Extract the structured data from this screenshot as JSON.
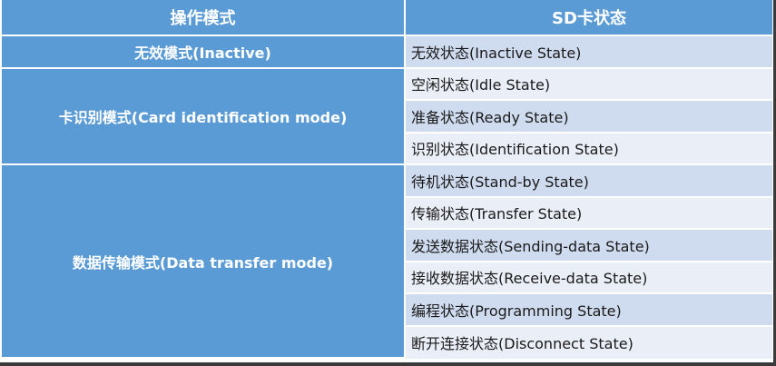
{
  "table": {
    "headers": {
      "mode": "操作模式",
      "state": "SD卡状态"
    },
    "groups": [
      {
        "mode": "无效模式(Inactive)",
        "states": [
          "无效状态(Inactive State)"
        ]
      },
      {
        "mode": "卡识别模式(Card identification mode)",
        "states": [
          "空闲状态(Idle State)",
          "准备状态(Ready State)",
          "识别状态(Identification State)"
        ]
      },
      {
        "mode": "数据传输模式(Data transfer mode)",
        "states": [
          "待机状态(Stand-by State)",
          "传输状态(Transfer State)",
          "发送数据状态(Sending-data State)",
          "接收数据状态(Receive-data State)",
          "编程状态(Programming State)",
          "断开连接状态(Disconnect State)"
        ]
      }
    ]
  },
  "colors": {
    "header_bg": "#5b9bd5",
    "mode_bg": "#5b9bd5",
    "row_odd": "#cfdbee",
    "row_even": "#e9eef7"
  }
}
